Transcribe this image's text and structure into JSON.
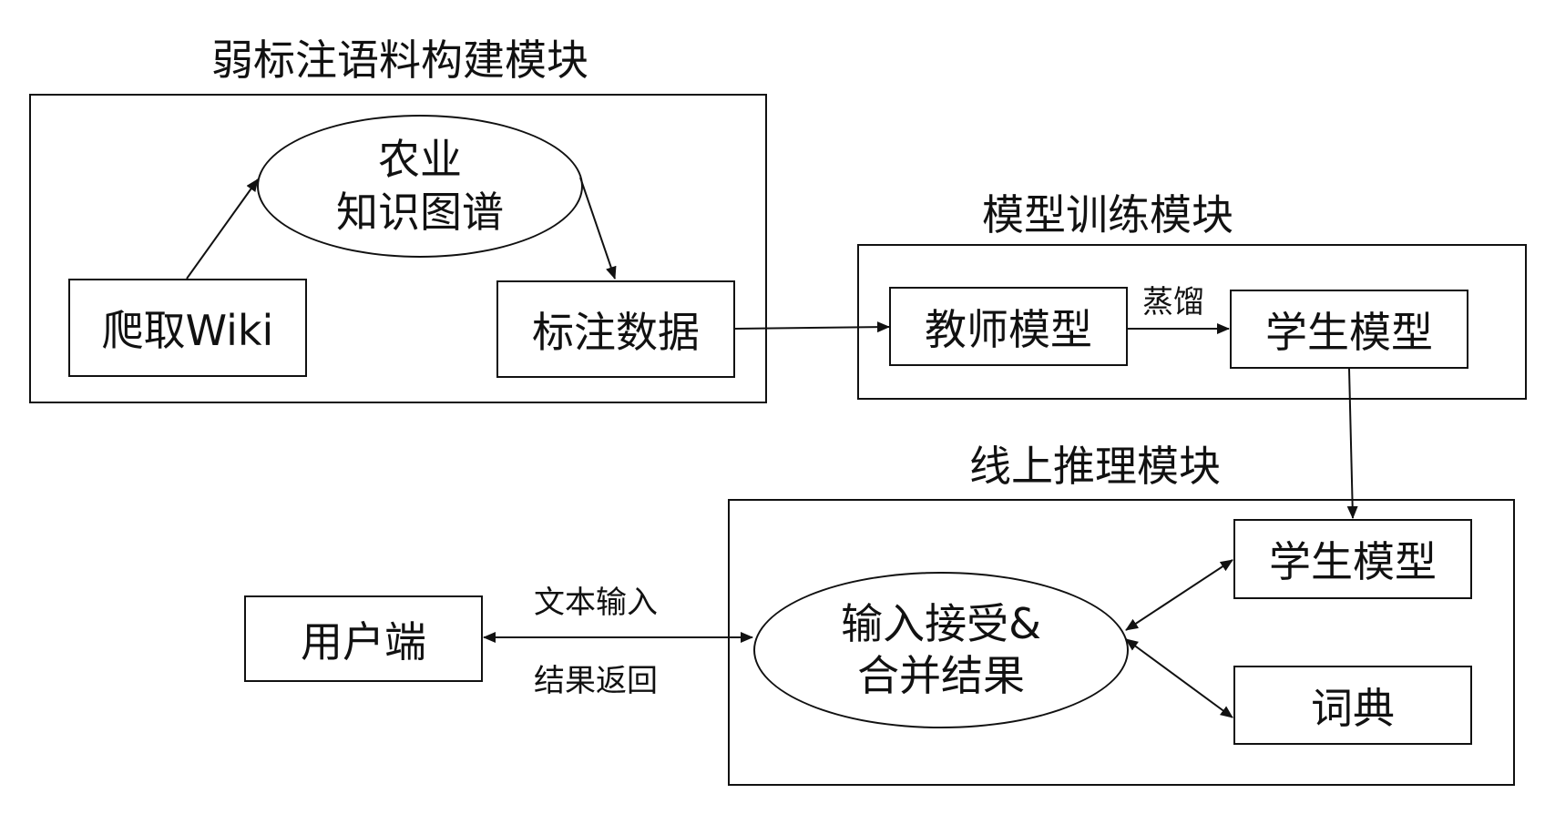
{
  "modules": {
    "corpus": {
      "title": "弱标注语料构建模块",
      "knowledge_graph_line1": "农业",
      "knowledge_graph_line2": "知识图谱",
      "crawl": "爬取Wiki",
      "labeled_data": "标注数据"
    },
    "training": {
      "title": "模型训练模块",
      "teacher": "教师模型",
      "distill_label": "蒸馏",
      "student": "学生模型"
    },
    "inference": {
      "title": "线上推理模块",
      "merge_line1": "输入接受&",
      "merge_line2": "合并结果",
      "student": "学生模型",
      "dictionary": "词典"
    },
    "client": {
      "user": "用户端",
      "input_label": "文本输入",
      "return_label": "结果返回"
    }
  }
}
